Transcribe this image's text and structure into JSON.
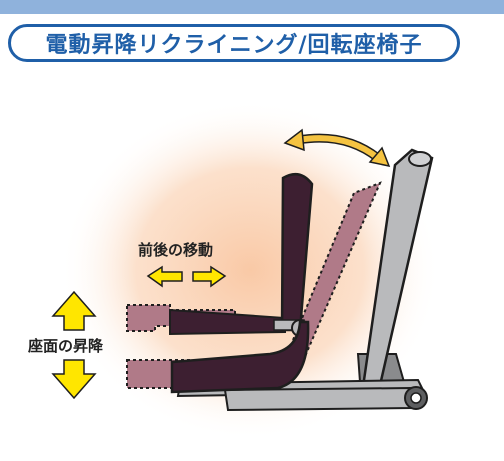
{
  "title": "電動昇降リクライニング/回転座椅子",
  "labels": {
    "move": "前後の移動",
    "lift": "座面の昇降"
  },
  "colors": {
    "title": "#1f5fa8",
    "top_bar": "#8fb2dc",
    "glow": "#f9c9a6",
    "seat": "#3d1f31",
    "seat_ghost": "#b07a88",
    "base": "#b9babc",
    "arrow_fill": "#ffe600",
    "arrow_recline": "#f5c341",
    "outline": "#1e1e1e"
  }
}
